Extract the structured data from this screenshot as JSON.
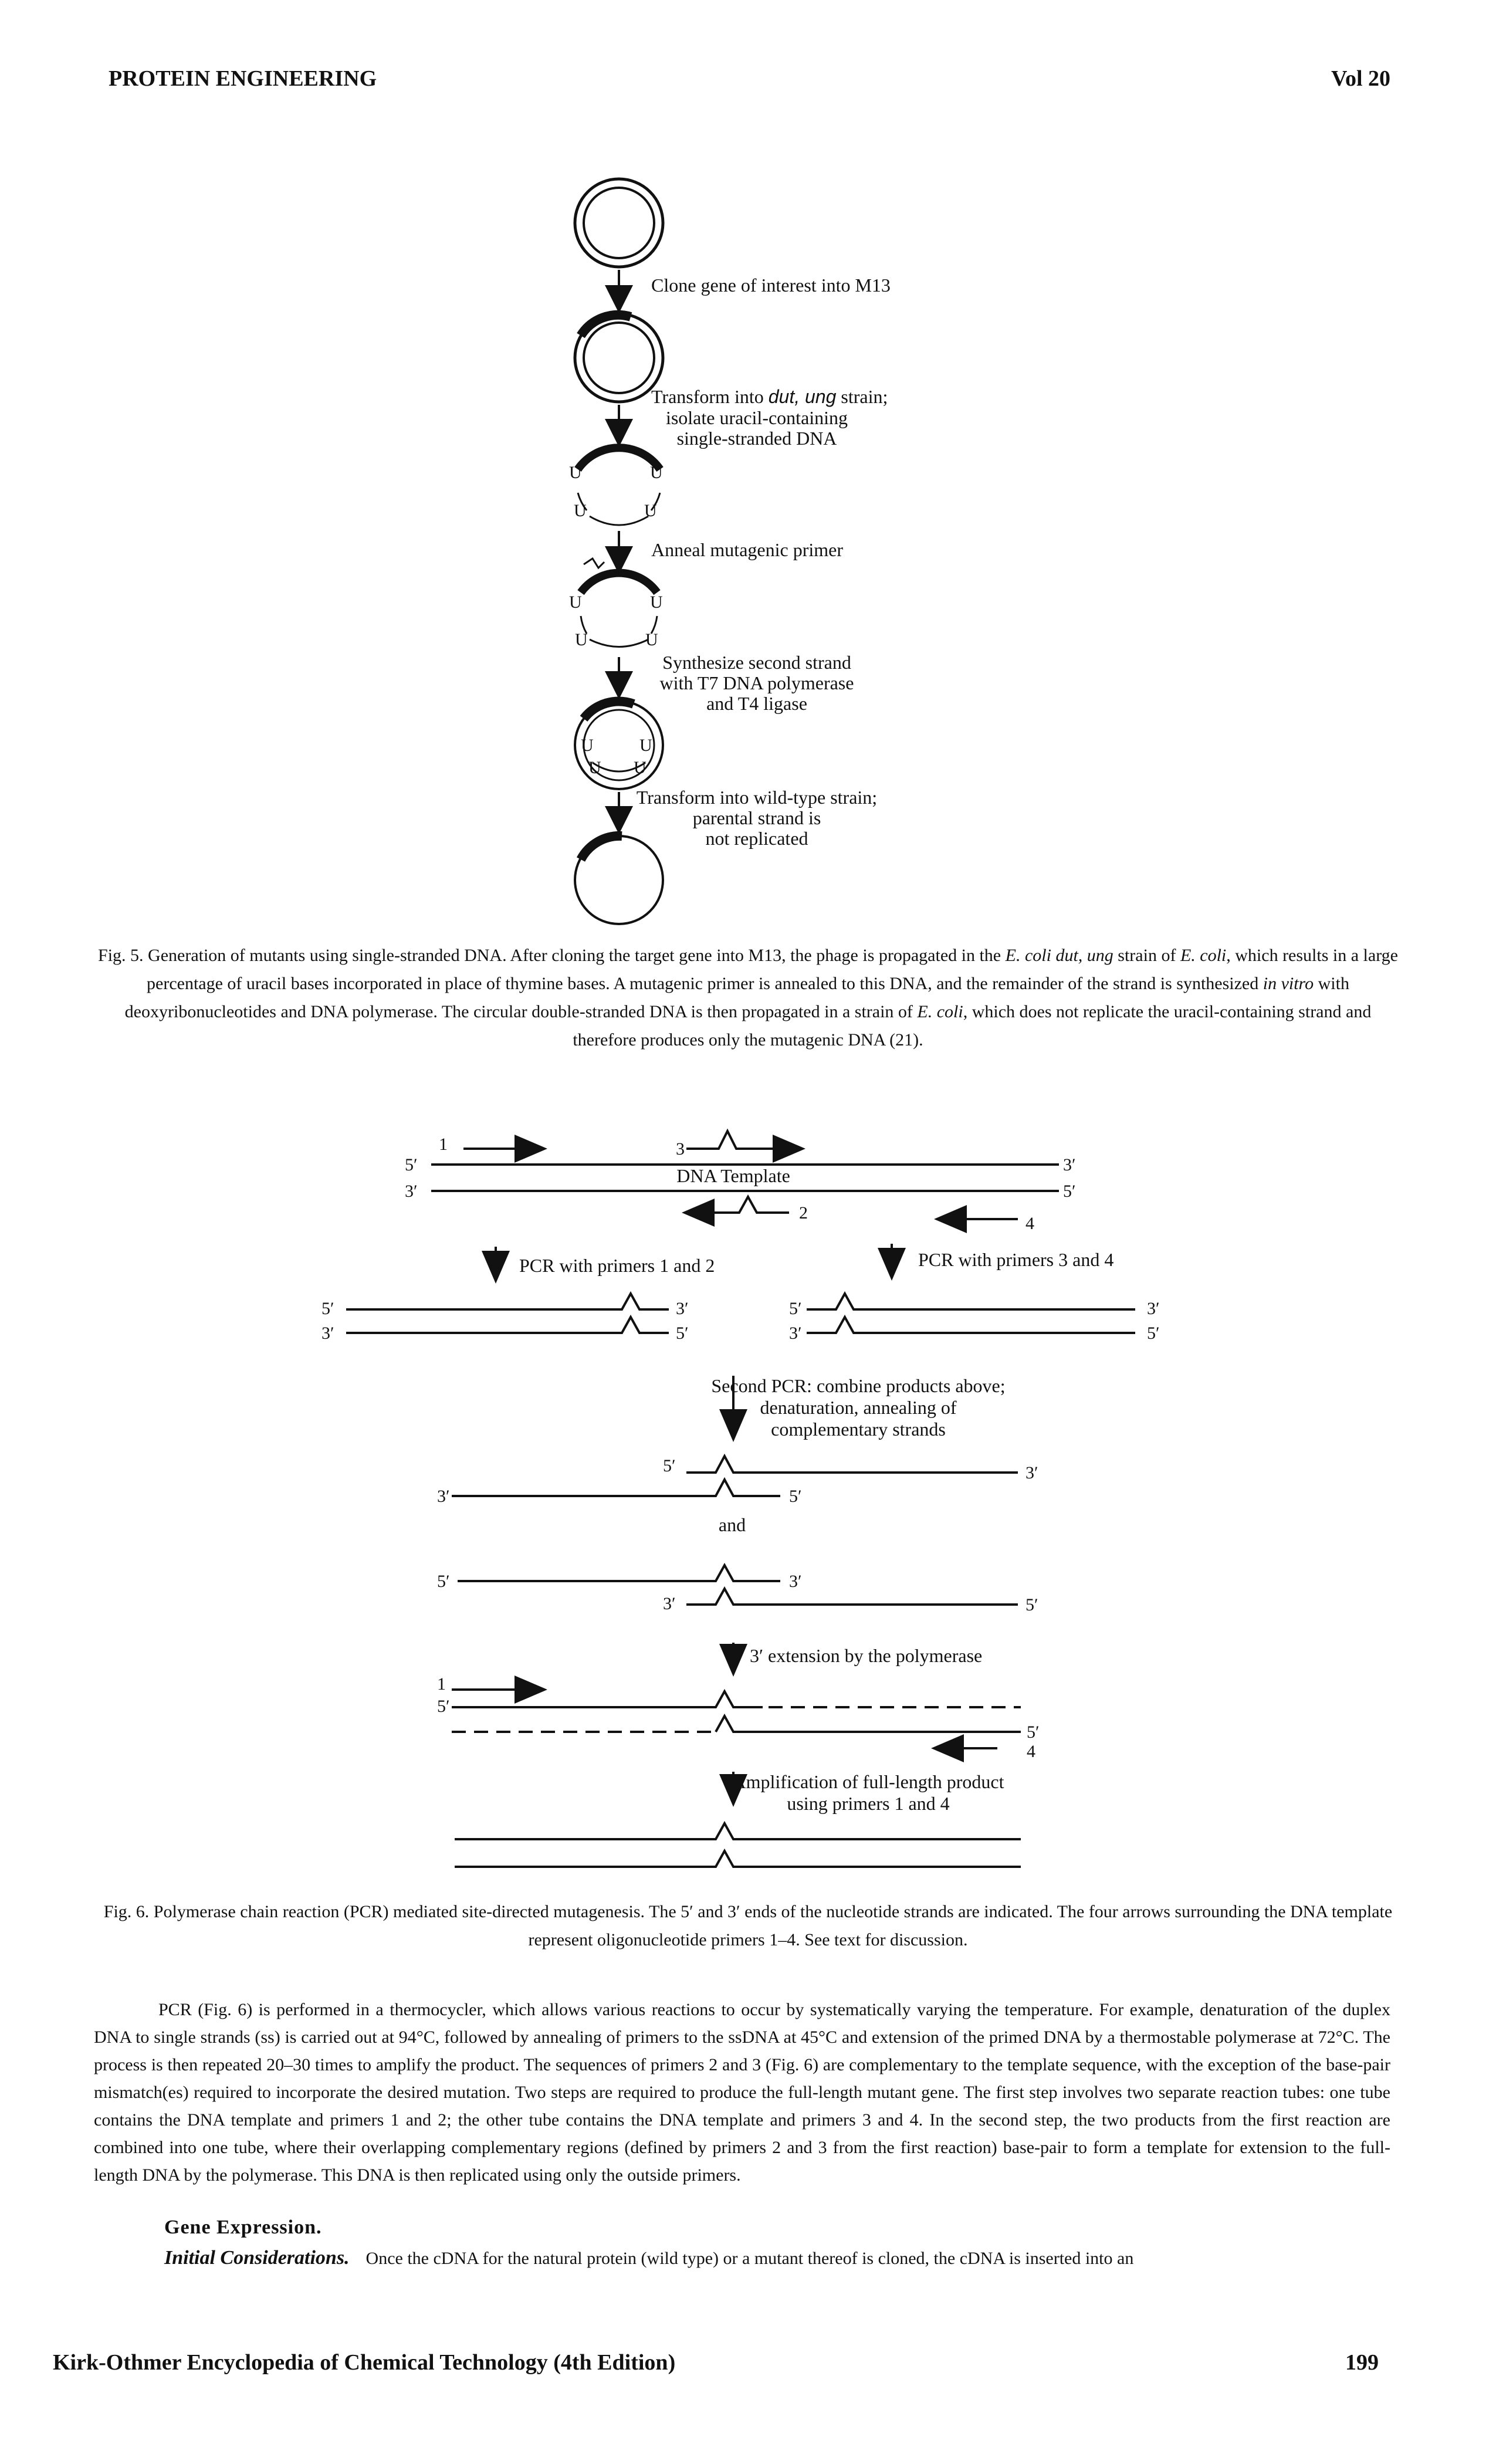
{
  "header": {
    "section": "PROTEIN ENGINEERING",
    "volume": "Vol 20"
  },
  "fig5": {
    "steps": [
      "Clone gene of interest into M13",
      "Transform into ",
      "dut, ung",
      " strain;",
      "isolate uracil-containing",
      "single-stranded DNA",
      "Anneal mutagenic primer",
      "Synthesize second strand",
      "with T7 DNA polymerase",
      "and T4 ligase",
      "Transform into wild-type strain;",
      "parental strand is",
      "not replicated"
    ],
    "uracil": "U",
    "caption_parts": [
      "Fig. 5. Generation of mutants using single-stranded DNA. After cloning the target gene into M13, the phage is propagated in the ",
      "E. coli dut, ung",
      " strain of ",
      "E. coli",
      ", which results in a large percentage of uracil bases incorporated in place of thymine bases. A mutagenic primer is annealed to this DNA, and the remainder of the strand is synthesized ",
      "in vitro",
      " with deoxyribonucleotides and DNA polymerase. The circular double-stranded DNA is then propagated in a strain of ",
      "E. coli",
      ", which does not replicate the uracil-containing strand and therefore produces only the mutagenic DNA (21)."
    ]
  },
  "fig6": {
    "end5": "5′",
    "end3": "3′",
    "primer1": "1",
    "primer2": "2",
    "primer3": "3",
    "primer4": "4",
    "template_label": "DNA Template",
    "pcr12": "PCR with primers 1 and 2",
    "pcr34": "PCR with primers 3 and 4",
    "second_pcr": [
      "Second PCR: combine products above;",
      "denaturation, annealing of",
      "complementary strands"
    ],
    "and": "and",
    "extension": "3′ extension by the polymerase",
    "amplification": [
      "Amplification of full-length product",
      "using primers 1 and 4"
    ],
    "caption": "Fig. 6. Polymerase chain reaction (PCR) mediated site-directed mutagenesis. The 5′ and 3′ ends of the nucleotide strands are indicated. The four arrows surrounding the DNA template represent oligonucleotide primers 1–4. See text for discussion."
  },
  "body": {
    "paragraph": "PCR (Fig. 6) is performed in a thermocycler, which allows various reactions to occur by systematically varying the temperature. For example, denaturation of the duplex DNA to single strands (ss) is carried out at 94°C, followed by annealing of primers to the ssDNA at 45°C and extension of the primed DNA by a thermostable polymerase at 72°C. The process is then repeated 20–30 times to amplify the product. The sequences of primers 2 and 3 (Fig. 6) are complementary to the template sequence, with the exception of the base-pair mismatch(es) required to incorporate the desired mutation. Two steps are required to produce the full-length mutant gene. The first step involves two separate reaction tubes: one tube contains the DNA template and primers 1 and 2; the other tube contains the DNA template and primers 3 and 4. In the second step, the two products from the first reaction are combined into one tube, where their overlapping complementary regions (defined by primers 2 and 3 from the first reaction) base-pair to form a template for extension to the full-length DNA by the polymerase. This DNA is then replicated using only the outside primers.",
    "heading": "Gene Expression.",
    "subheading": "Initial Considerations.",
    "subtext": "Once the cDNA for the natural protein (wild type) or a mutant thereof is cloned, the cDNA is inserted into an"
  },
  "footer": {
    "title": "Kirk-Othmer Encyclopedia of Chemical Technology (4th Edition)",
    "page": "199"
  }
}
